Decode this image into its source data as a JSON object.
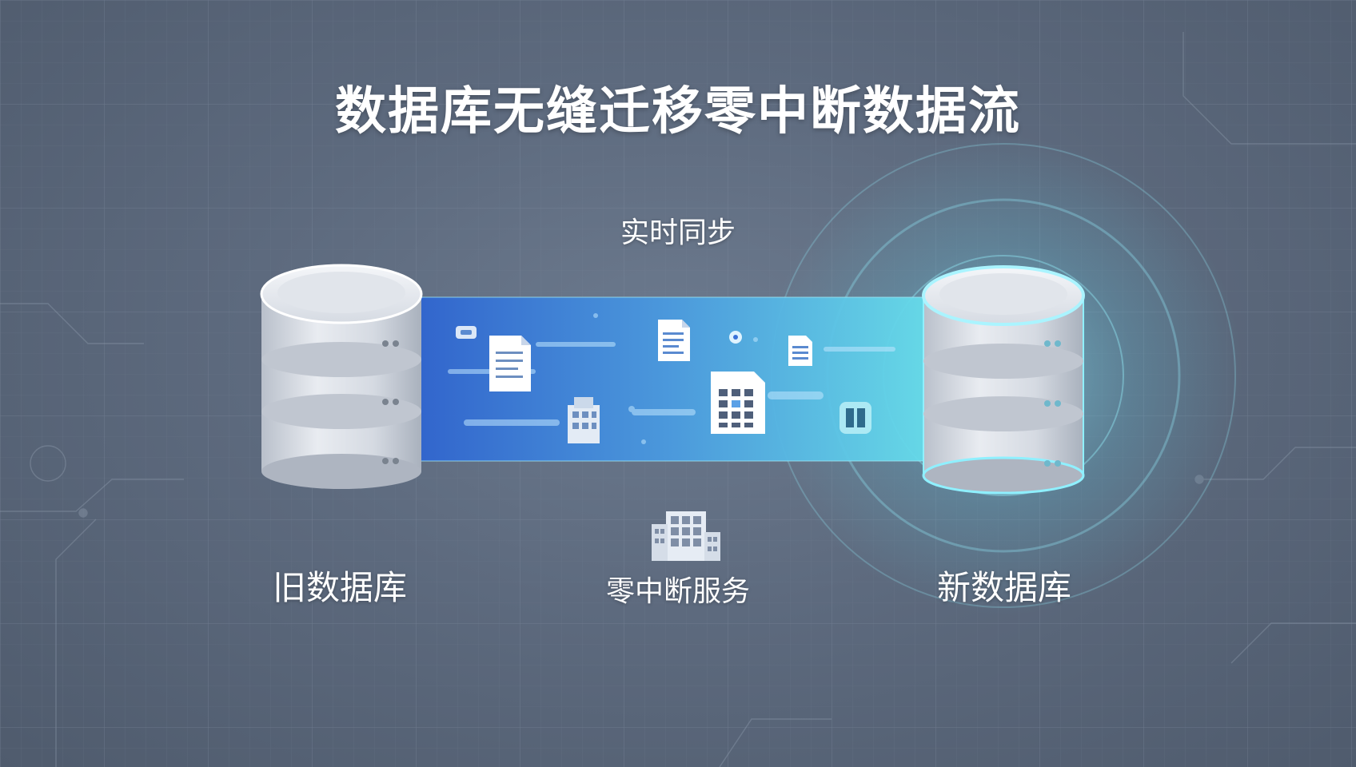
{
  "title": "数据库无缝迁移零中断数据流",
  "labels": {
    "sync": "实时同步",
    "old_db": "旧数据库",
    "zero_downtime": "零中断服务",
    "new_db": "新数据库"
  },
  "icons": {
    "old_database": "database-stack-icon",
    "new_database": "database-stack-icon",
    "documents": "document-icon",
    "spreadsheet": "spreadsheet-icon",
    "building": "building-icon"
  },
  "colors": {
    "background": "#5d6a7e",
    "flow_start": "#3a72d8",
    "flow_end": "#5fd6e6",
    "glow": "#7fe6f2",
    "db_body": "#e4e8ee",
    "text": "#ffffff"
  }
}
